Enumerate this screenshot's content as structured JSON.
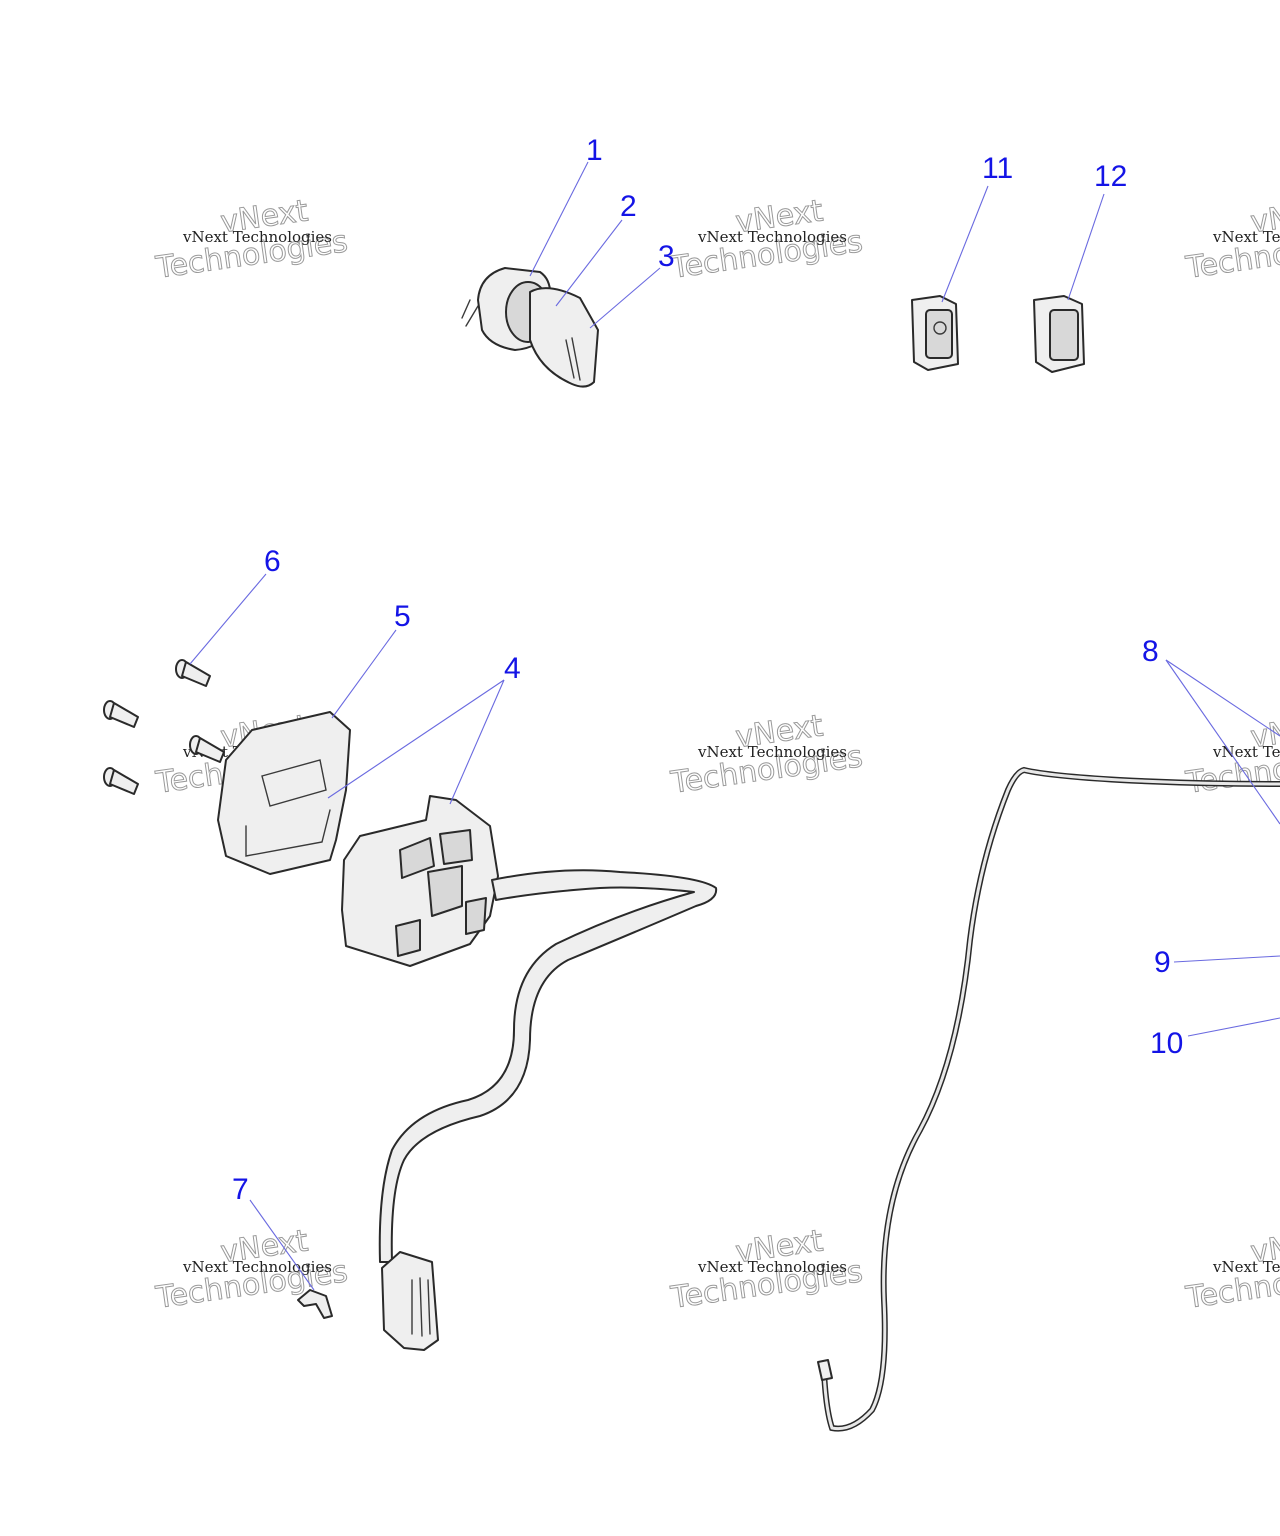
{
  "callouts": [
    {
      "id": "1",
      "label": "1"
    },
    {
      "id": "2",
      "label": "2"
    },
    {
      "id": "3",
      "label": "3"
    },
    {
      "id": "4",
      "label": "4"
    },
    {
      "id": "5",
      "label": "5"
    },
    {
      "id": "6",
      "label": "6"
    },
    {
      "id": "7",
      "label": "7"
    },
    {
      "id": "8",
      "label": "8"
    },
    {
      "id": "9",
      "label": "9"
    },
    {
      "id": "10",
      "label": "10"
    },
    {
      "id": "11",
      "label": "11"
    },
    {
      "id": "12",
      "label": "12"
    }
  ],
  "watermark": {
    "line1": "vNext Technologies",
    "line2": "vNext",
    "line3": "Technologies"
  },
  "colors": {
    "callout": "#1414e6",
    "leader": "#6a6ae0"
  }
}
